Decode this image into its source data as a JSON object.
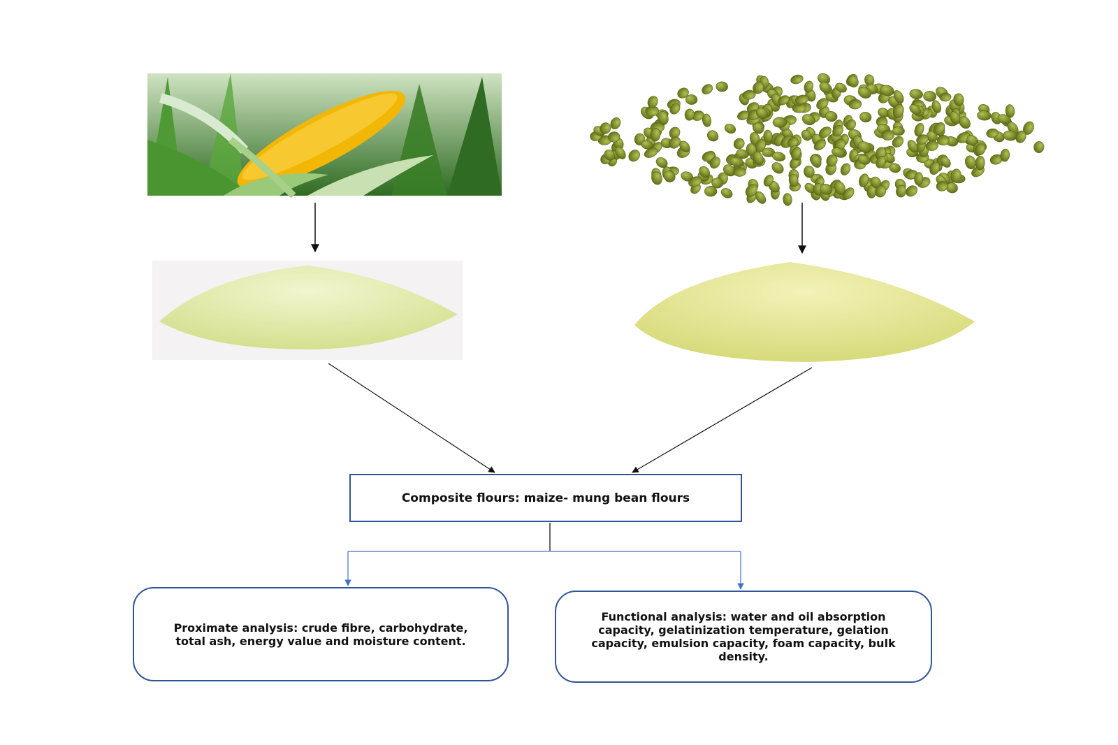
{
  "images": {
    "maize_plant": "maize-cob-photo",
    "mung_beans": "mung-bean-seeds-photo",
    "maize_flour": "maize-flour-pile-photo",
    "mung_flour": "mung-bean-flour-pile-photo"
  },
  "nodes": {
    "composite": "Composite flours: maize- mung bean flours",
    "proximate": "Proximate analysis: crude fibre, carbohydrate, total ash, energy value and moisture content.",
    "functional": "Functional analysis: water and oil absorption capacity, gelatinization temperature, gelation capacity, emulsion capacity, foam capacity, bulk density."
  },
  "colors": {
    "box_border": "#2f5597",
    "connector": "#4472c4",
    "arrow": "#111111",
    "corn_kernel": "#f2b705",
    "leaf": "#3f8f2a",
    "mung_bean": "#8a9a2e",
    "flour": "#e6ebb4"
  }
}
